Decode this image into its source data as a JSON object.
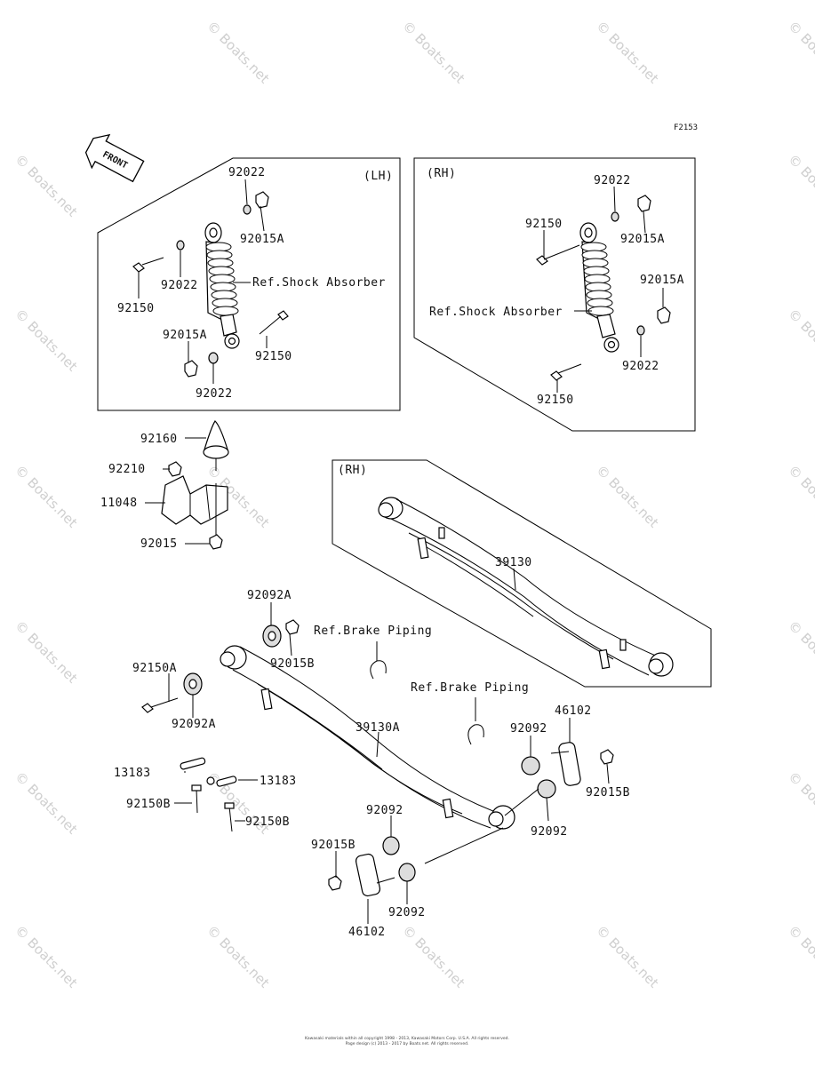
{
  "figure_code": "F2153",
  "front_label": "FRONT",
  "watermark": "© Boats.net",
  "groups": {
    "lh_shock": "(LH)",
    "rh_shock": "(RH)",
    "rh_spring": "(RH)"
  },
  "labels": {
    "lh_92022_top": "92022",
    "lh_92015A_top": "92015A",
    "lh_92022_mid": "92022",
    "lh_92150_top": "92150",
    "lh_ref_shock": "Ref.Shock Absorber",
    "lh_92015A_bot": "92015A",
    "lh_92150_bot": "92150",
    "lh_92022_bot": "92022",
    "rh_92022_top": "92022",
    "rh_92150_top": "92150",
    "rh_92015A_top": "92015A",
    "rh_92015A_mid": "92015A",
    "rh_ref_shock": "Ref.Shock Absorber",
    "rh_92022_bot": "92022",
    "rh_92150_bot": "92150",
    "bumper_92160": "92160",
    "bumper_92210": "92210",
    "bumper_11048": "11048",
    "bumper_92015": "92015",
    "spring_39130": "39130",
    "spring_92092A_top": "92092A",
    "spring_92015B_top": "92015B",
    "ref_brake_1": "Ref.Brake Piping",
    "ref_brake_2": "Ref.Brake Piping",
    "spring_92150A": "92150A",
    "spring_92092A_bot": "92092A",
    "spring_39130A": "39130A",
    "spring_46102_right": "46102",
    "spring_92092_r1": "92092",
    "spring_92015B_right": "92015B",
    "spring_92092_r2": "92092",
    "spring_13183_a": "13183",
    "spring_13183_b": "13183",
    "spring_92150B_a": "92150B",
    "spring_92150B_b": "92150B",
    "spring_92092_c1": "92092",
    "spring_92015B_left": "92015B",
    "spring_92092_c2": "92092",
    "spring_46102_left": "46102"
  },
  "copyright_line1": "Kawasaki materials within all copyright 1998 - 2013, Kawasaki Motors Corp. U.S.A. All rights reserved.",
  "copyright_line2": "Page design (c) 2013 - 2017 by Boats.net. All rights reserved."
}
